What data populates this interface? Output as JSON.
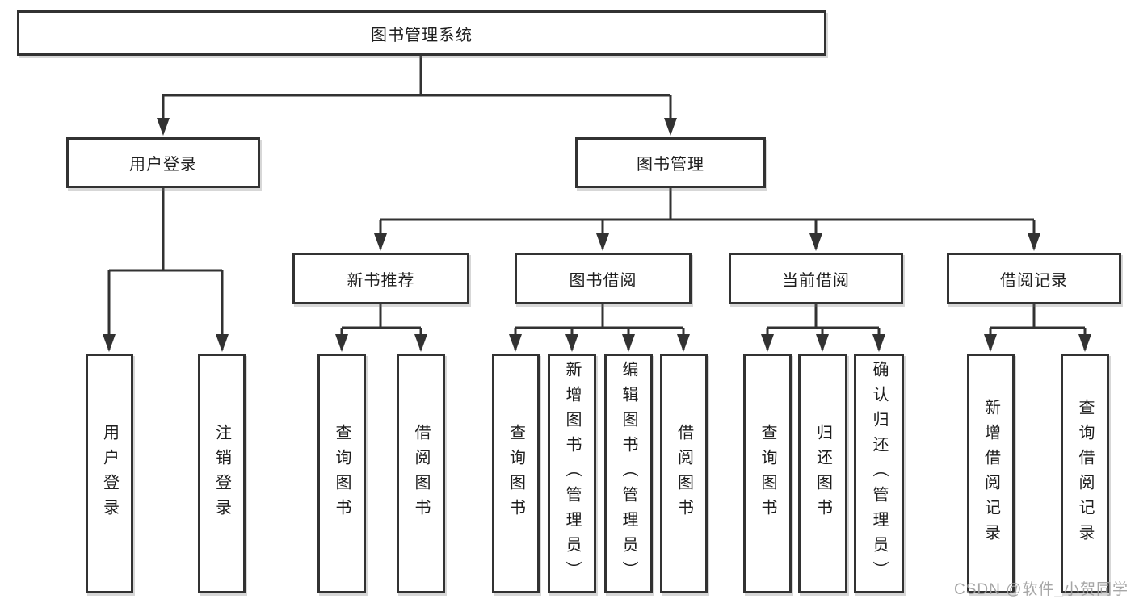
{
  "diagram": {
    "root": {
      "label": "图书管理系统"
    },
    "branches": [
      {
        "label": "用户登录",
        "children": [
          {
            "label": "用户登录"
          },
          {
            "label": "注销登录"
          }
        ]
      },
      {
        "label": "图书管理",
        "children": [
          {
            "label": "新书推荐",
            "children": [
              {
                "label": "查询图书"
              },
              {
                "label": "借阅图书"
              }
            ]
          },
          {
            "label": "图书借阅",
            "children": [
              {
                "label": "查询图书"
              },
              {
                "label": "新增图书（管理员）"
              },
              {
                "label": "编辑图书（管理员）"
              },
              {
                "label": "借阅图书"
              }
            ]
          },
          {
            "label": "当前借阅",
            "children": [
              {
                "label": "查询图书"
              },
              {
                "label": "归还图书"
              },
              {
                "label": "确认归还（管理员）"
              }
            ]
          },
          {
            "label": "借阅记录",
            "children": [
              {
                "label": "新增借阅记录"
              },
              {
                "label": "查询借阅记录"
              }
            ]
          }
        ]
      }
    ]
  },
  "watermark": {
    "text": "CSDN @软件_小贺同学"
  },
  "colors": {
    "line": "#323232",
    "box_fill": "#ffffff",
    "text": "#1e1e1e",
    "watermark": "#9e9e9e"
  }
}
